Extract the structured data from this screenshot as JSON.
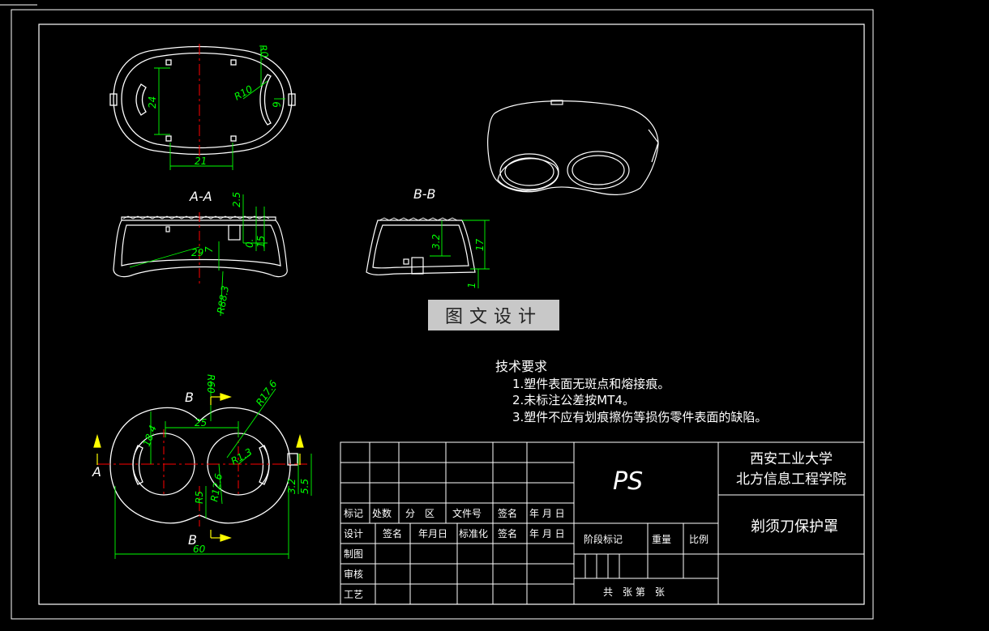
{
  "views": {
    "section_aa": "A-A",
    "section_bb": "B-B",
    "arrow_a": "A",
    "arrow_b": "B"
  },
  "dimensions": {
    "top_view": [
      "R0.",
      "R10",
      "24",
      "21",
      "6"
    ],
    "section_aa": [
      "2.5",
      "29",
      "7",
      "15",
      "0.",
      "R88.3"
    ],
    "section_bb": [
      "3.2",
      "17",
      "1"
    ],
    "bottom_view": [
      "R60",
      "R17.6",
      "25",
      "18.4",
      "R1.3",
      "R12.6",
      "R5",
      "3.2",
      "5.5",
      "60"
    ]
  },
  "tech": {
    "title": "技术要求",
    "items": [
      "1.塑件表面无斑点和熔接痕。",
      "2.未标注公差按MT4。",
      "3.塑件不应有划痕擦伤等损伤零件表面的缺陷。"
    ]
  },
  "watermark": "图文设计",
  "title_block": {
    "material": "PS",
    "school_line1": "西安工业大学",
    "school_line2": "北方信息工程学院",
    "part_name": "剃须刀保护罩",
    "row_marks": [
      "标记",
      "处数",
      "分　区",
      "文件号",
      "签名",
      "年 月 日"
    ],
    "row_design": [
      "设计",
      "签名",
      "年月日",
      "标准化",
      "签名",
      "年 月 日"
    ],
    "left_labels": [
      "制图",
      "审核",
      "工艺"
    ],
    "stage": "阶段标记",
    "weight": "重量",
    "scale": "比例",
    "sheets": "共　张 第　张"
  },
  "colors": {
    "background": "#000000",
    "outline": "#ffffff",
    "dimension": "#00ff00",
    "centerline": "#ff0000",
    "arrow": "#ffff00"
  }
}
